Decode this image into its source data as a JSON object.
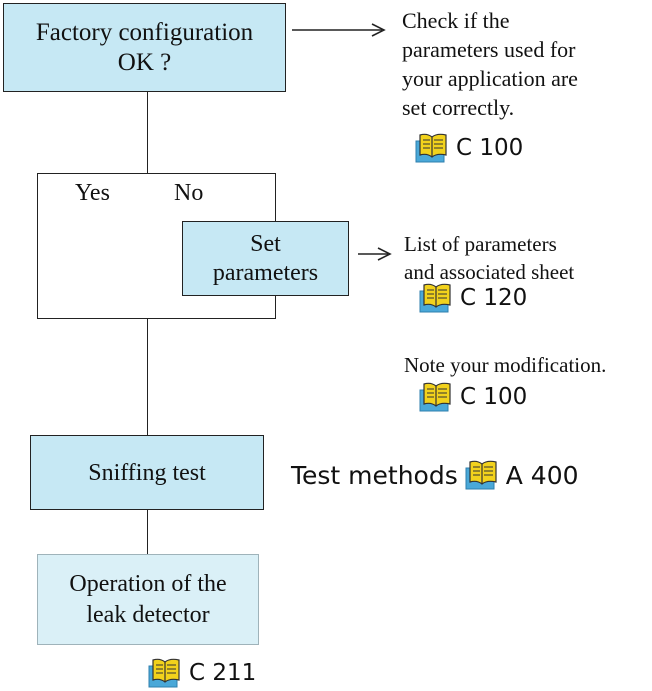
{
  "steps": {
    "factory": {
      "line1": "Factory configuration",
      "line2": "OK ?"
    },
    "decision": {
      "yes": "Yes",
      "no": "No"
    },
    "set_params": {
      "line1": "Set",
      "line2": "parameters"
    },
    "sniffing": "Sniffing test",
    "operation": {
      "line1": "Operation of the",
      "line2": "leak detector"
    }
  },
  "notes": {
    "check": [
      "Check if the",
      "parameters used for",
      "your application are",
      "set correctly."
    ],
    "check_ref": "C 100",
    "list": [
      "List of parameters",
      "and associated sheet"
    ],
    "list_ref": "C 120",
    "modification": "Note your modification.",
    "modification_ref": "C 100",
    "test_methods": "Test methods",
    "test_methods_ref": "A 400",
    "operation_ref": "C 211"
  },
  "icons": {
    "reference": "manual-book-icon"
  },
  "colors": {
    "step_fill": "#c6e8f4",
    "final_fill": "#daf0f7",
    "book_yellow": "#f2d21c",
    "book_blue": "#4aa8d8"
  }
}
